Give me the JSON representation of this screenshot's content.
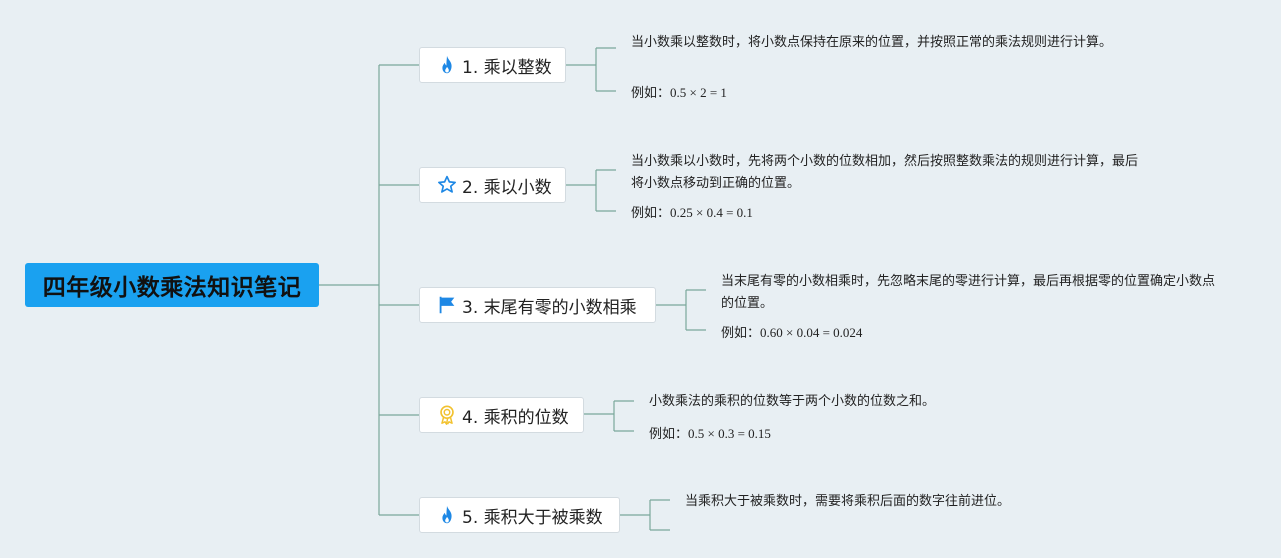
{
  "title": "四年级小数乘法知识笔记",
  "topics": [
    {
      "label": "1. 乘以整数",
      "icon": "flame-icon",
      "note": "当小数乘以整数时，将小数点保持在原来的位置，并按照正常的乘法规则进行计算。",
      "example_label": "例如：",
      "example_value": "0.5 × 2 = 1"
    },
    {
      "label": "2. 乘以小数",
      "icon": "star-icon",
      "note": "当小数乘以小数时，先将两个小数的位数相加，然后按照整数乘法的规则进行计算，最后将小数点移动到正确的位置。",
      "example_label": "例如：",
      "example_value": "0.25 × 0.4 = 0.1"
    },
    {
      "label": "3. 末尾有零的小数相乘",
      "icon": "flag-icon",
      "note": "当末尾有零的小数相乘时，先忽略末尾的零进行计算，最后再根据零的位置确定小数点的位置。",
      "example_label": "例如：",
      "example_value": "0.60 × 0.04 = 0.024"
    },
    {
      "label": "4. 乘积的位数",
      "icon": "medal-icon",
      "note": "小数乘法的乘积的位数等于两个小数的位数之和。",
      "example_label": "例如：",
      "example_value": "0.5 × 0.3 = 0.15"
    },
    {
      "label": "5. 乘积大于被乘数",
      "icon": "flame-icon",
      "note": "当乘积大于被乘数时，需要将乘积后面的数字往前进位。",
      "example_label": "",
      "example_value": ""
    }
  ],
  "colors": {
    "background": "#e8eff3",
    "root": "#1aa1f0",
    "connector": "#7aa89a",
    "flame": "#1e88e5",
    "star": "#1e88e5",
    "flag": "#1e88e5",
    "medal": "#f2c230"
  }
}
